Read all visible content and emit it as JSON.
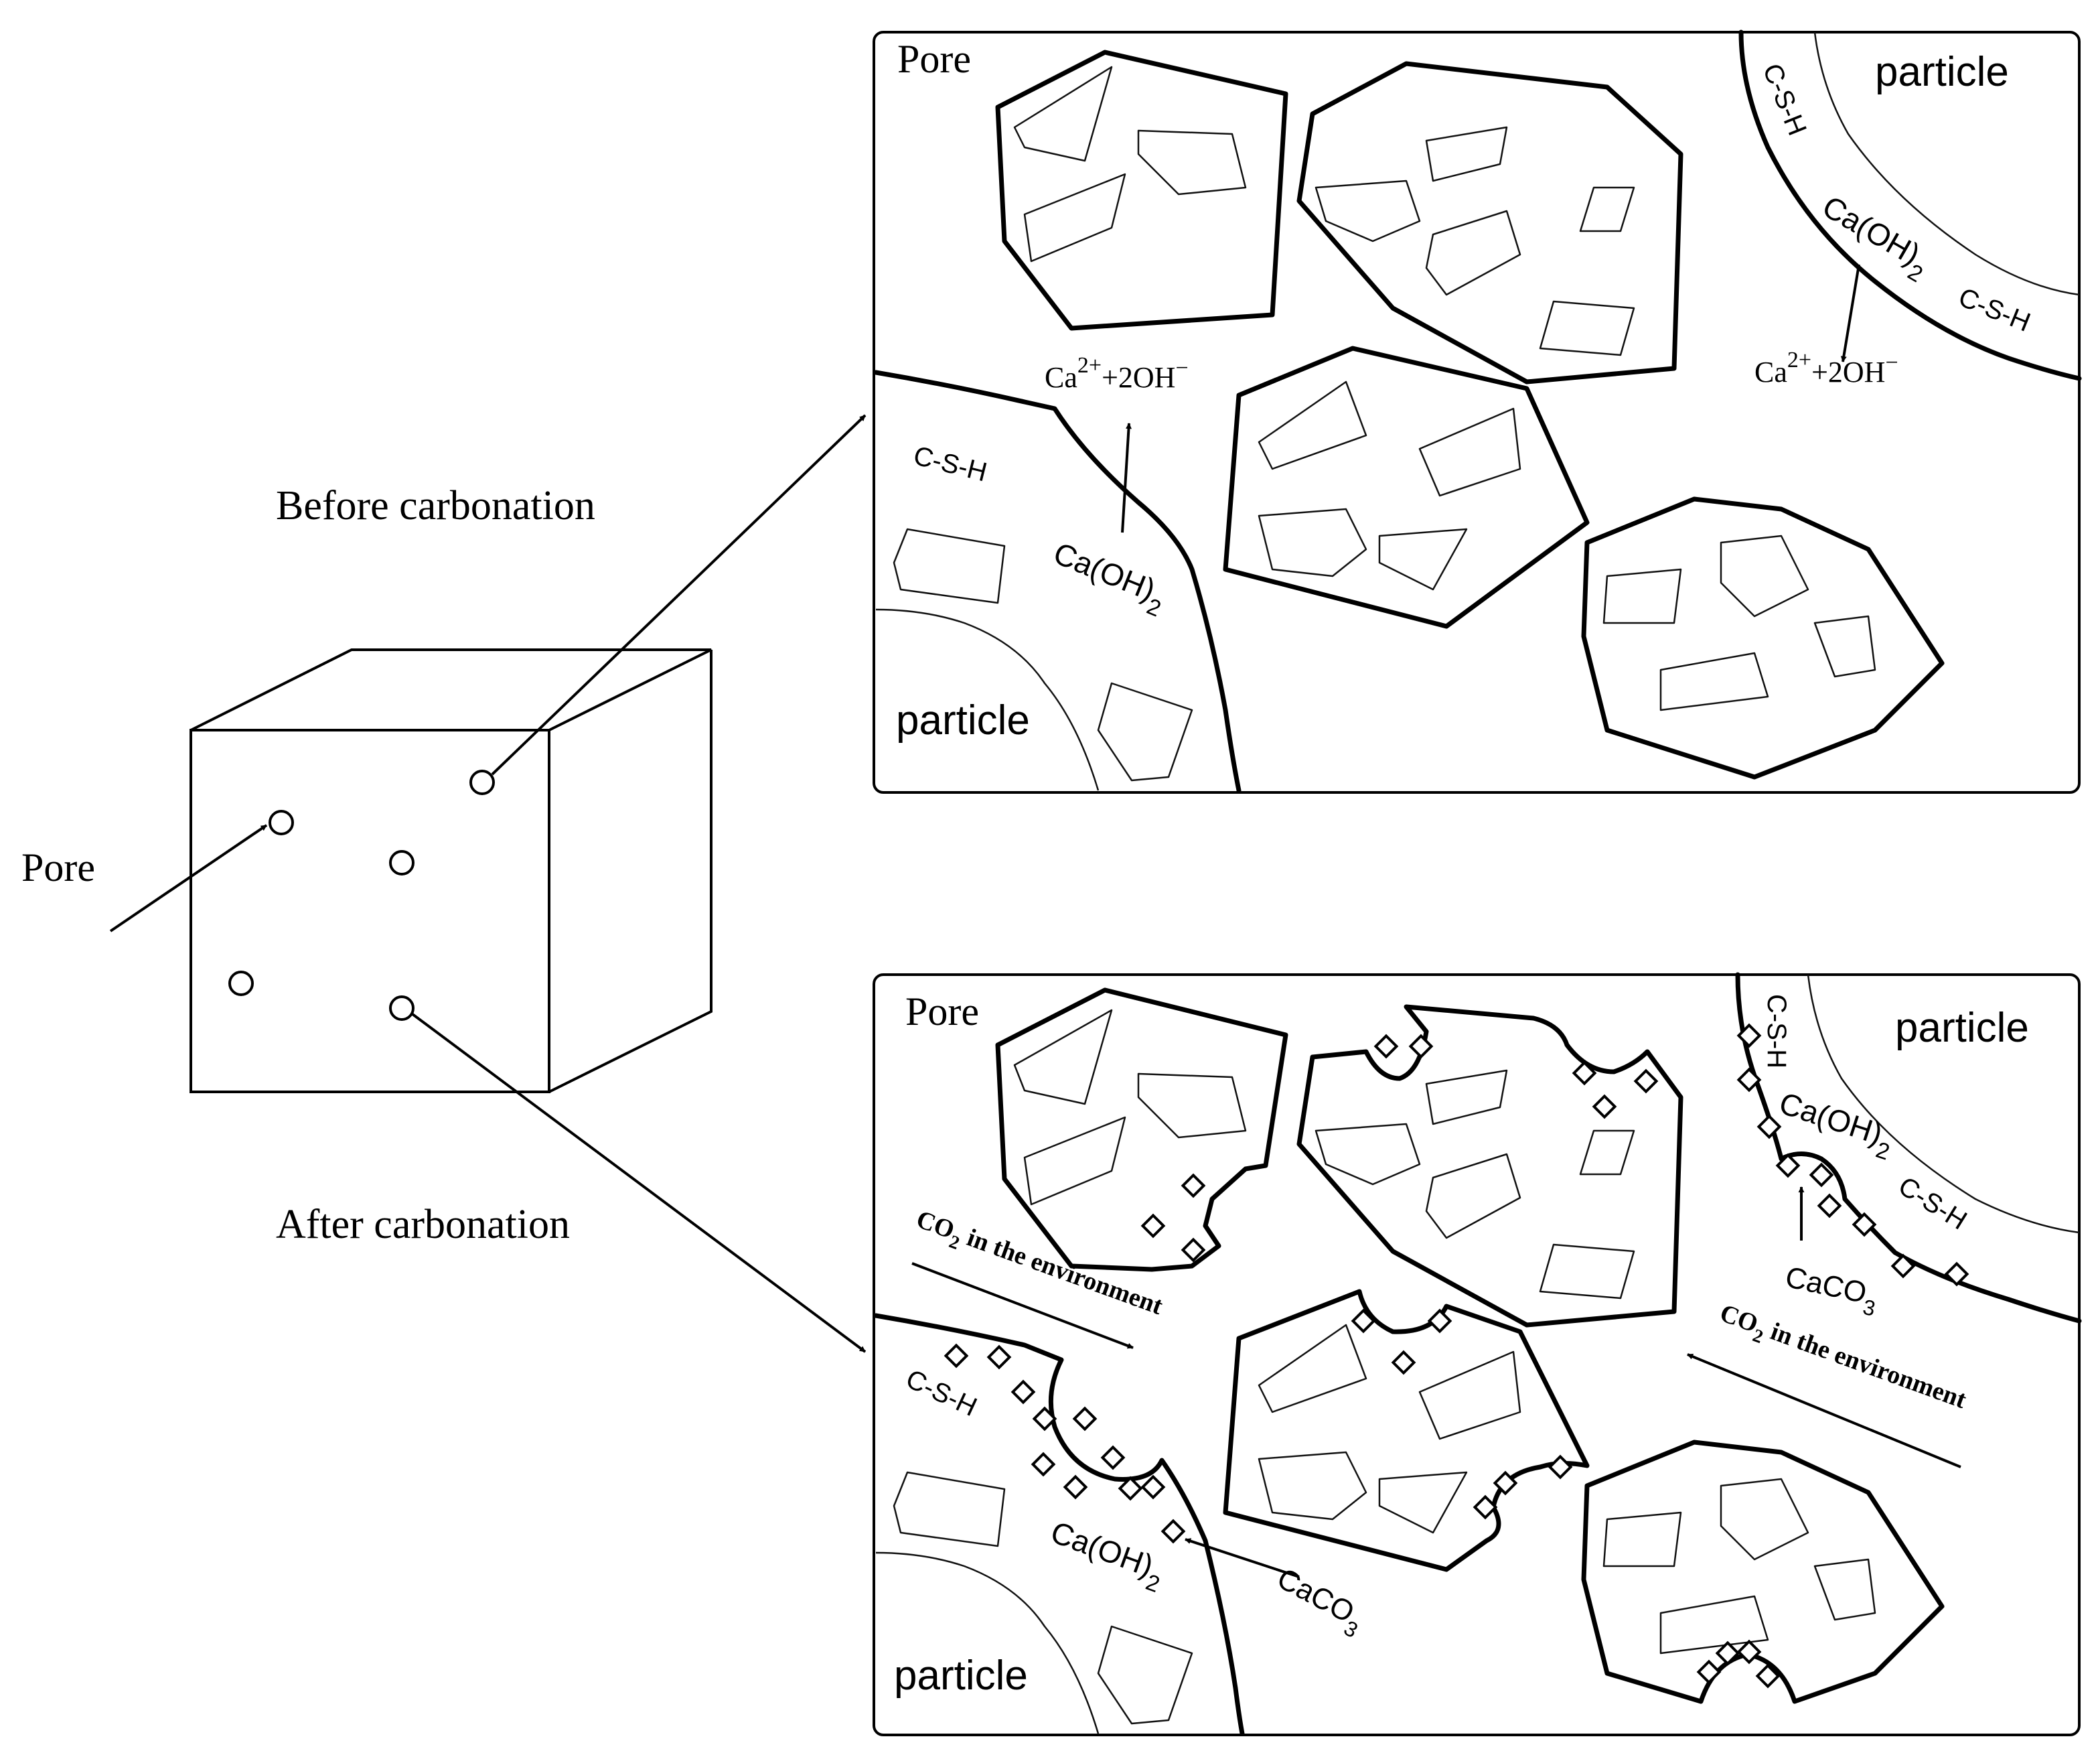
{
  "cube": {
    "pore_label": "Pore",
    "before_label": "Before carbonation",
    "after_label": "After carbonation"
  },
  "top_panel": {
    "pore": "Pore",
    "particle_tr": "particle",
    "particle_bl": "particle",
    "csh_tr_1": "C-S-H",
    "csh_tr_2": "C-S-H",
    "csh_left": "C-S-H",
    "caoh_tr": {
      "main": "Ca(OH)",
      "sub": "2"
    },
    "caoh_left": {
      "main": "Ca(OH)",
      "sub": "2"
    },
    "ions_left": {
      "ca": "Ca",
      "charge": "2+",
      "rest": "+2OH",
      "minus": "−"
    },
    "ions_right": {
      "ca": "Ca",
      "charge": "2+",
      "rest": "+2OH",
      "minus": "−"
    }
  },
  "bottom_panel": {
    "pore": "Pore",
    "particle_tr": "particle",
    "particle_bl": "particle",
    "csh_tr_1": "C-S-H",
    "csh_tr_2": "C-S-H",
    "csh_left": "C-S-H",
    "caoh_tr": {
      "main": "Ca(OH)",
      "sub": "2"
    },
    "caoh_left": {
      "main": "Ca(OH)",
      "sub": "2"
    },
    "caco3_tr": {
      "main": "CaCO",
      "sub": "3"
    },
    "caco3_left": {
      "main": "CaCO",
      "sub": "3"
    },
    "co2_left": {
      "co": "CO",
      "sub": "2",
      "rest": " in the environment"
    },
    "co2_right": {
      "co": "CO",
      "sub": "2",
      "rest": " in the environment"
    }
  }
}
